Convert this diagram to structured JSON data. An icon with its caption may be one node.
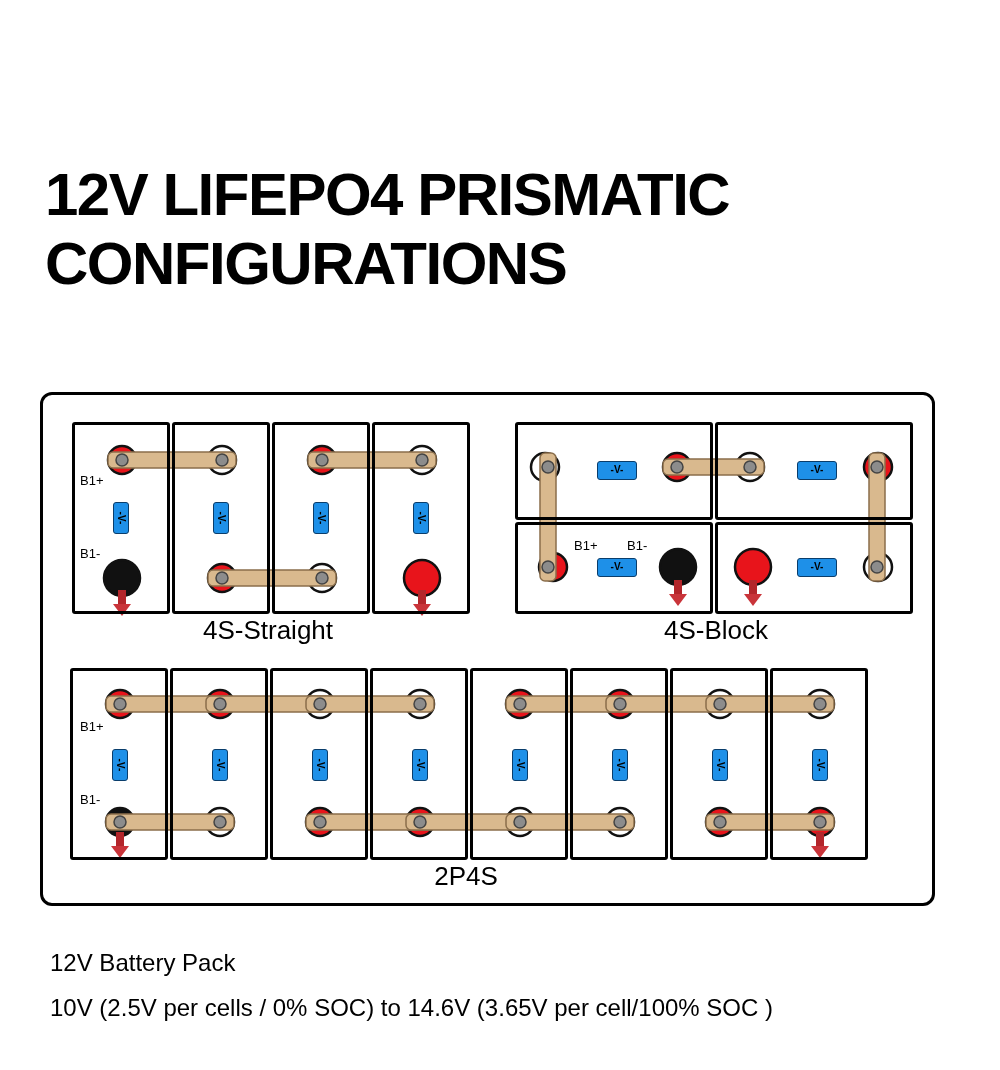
{
  "diagram": {
    "title": "12V LIFEPO4 PRISMATIC CONFIGURATIONS",
    "nodes": [
      {
        "text": [],
        "shape": "box"
      },
      {
        "text": [
          "B1+",
          "B1-"
        ],
        "in": 0
      },
      {
        "text": [
          "-V-"
        ],
        "in": 1
      },
      {
        "text": [],
        "shape": "box",
        "in": 0
      },
      {
        "text": [
          "-V-"
        ],
        "in": 3
      },
      {
        "text": [],
        "shape": "box",
        "in": 0
      },
      {
        "text": [
          "-V-"
        ],
        "in": 5
      },
      {
        "text": [],
        "shape": "box",
        "in": 0
      },
      {
        "text": [
          "-V-"
        ],
        "in": 7
      },
      {
        "text": [],
        "shape": "box",
        "in": 0
      },
      {
        "text": [
          "-V-"
        ],
        "in": 9
      },
      {
        "text": [],
        "shape": "box",
        "in": 0
      },
      {
        "text": [
          "-V-"
        ],
        "in": 11
      },
      {
        "text": [
          "B1+",
          "B1-"
        ],
        "in": 0
      },
      {
        "text": [
          "-V-"
        ],
        "in": 13
      },
      {
        "text": [],
        "shape": "box",
        "in": 0
      },
      {
        "text": [
          "-V-"
        ],
        "in": 15
      },
      {
        "text": [
          "B1+",
          "B1-"
        ],
        "in": 0
      },
      {
        "text": [
          "-V-"
        ],
        "in": 17
      },
      {
        "text": [],
        "shape": "box",
        "in": 0
      },
      {
        "text": [
          "-V-"
        ],
        "in": 19
      },
      {
        "text": [],
        "shape": "box",
        "in": 0
      },
      {
        "text": [
          "-V-"
        ],
        "in": 21
      },
      {
        "text": [],
        "shape": "box",
        "in": 0
      },
      {
        "text": [
          "-V-"
        ],
        "in": 23
      },
      {
        "text": [],
        "shape": "box",
        "in": 0
      },
      {
        "text": [
          "-V-"
        ],
        "in": 25
      },
      {
        "text": [],
        "shape": "box",
        "in": 0
      },
      {
        "text": [
          "-V-"
        ],
        "in": 27
      },
      {
        "text": [],
        "shape": "box",
        "in": 0
      },
      {
        "text": [
          "-V-"
        ],
        "in": 29
      },
      {
        "text": [],
        "shape": "box",
        "in": 0
      },
      {
        "text": [
          "-V-"
        ],
        "in": 31
      }
    ],
    "labels": [
      "4S-Straight",
      "4S-Block",
      "2P4S",
      "12V Battery Pack",
      "10V (2.5V per cells / 0% SOC) to 14.6V (3.65V per cell/100% SOC )"
    ]
  }
}
